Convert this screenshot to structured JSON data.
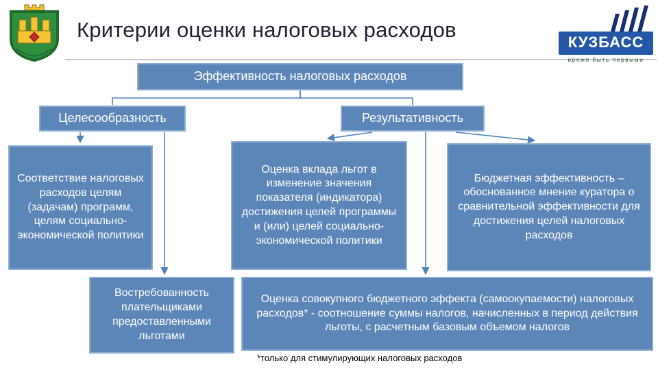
{
  "slide": {
    "title": "Критерии оценки налоговых расходов",
    "footnote": "*только для стимулирующих  налоговых расходов"
  },
  "logo": {
    "text": "КУЗБАСС",
    "tagline": "время быть первыми"
  },
  "diagram": {
    "root": "Эффективность налоговых расходов",
    "branch_left": "Целесообразность",
    "branch_right": "Результативность",
    "box_compliance": "Соответствие налоговых расходов целям (задачам) программ, целям социально-экономической политики",
    "box_contribution": "Оценка вклада льгот в изменение значения показателя (индикатора) достижения целей программы и (или) целей социально-экономической политики",
    "box_budget_effectiveness": "Бюджетная эффективность – обоснованное мнение куратора о сравнительной эффективности для достижения целей налоговых расходов",
    "box_demand": "Востребованность плательщиками предоставленными льготами",
    "box_aggregate_effect": "Оценка совокупного бюджетного эффекта (самоокупаемости) налоговых расходов* - соотношение суммы налогов, начисленных в период действия льготы, с расчетным базовым объемом налогов"
  },
  "colors": {
    "box_fill": "#5d86b8",
    "box_border": "#8fb0d4",
    "connector": "#4f81bd",
    "logo_blue": "#2458a6"
  }
}
